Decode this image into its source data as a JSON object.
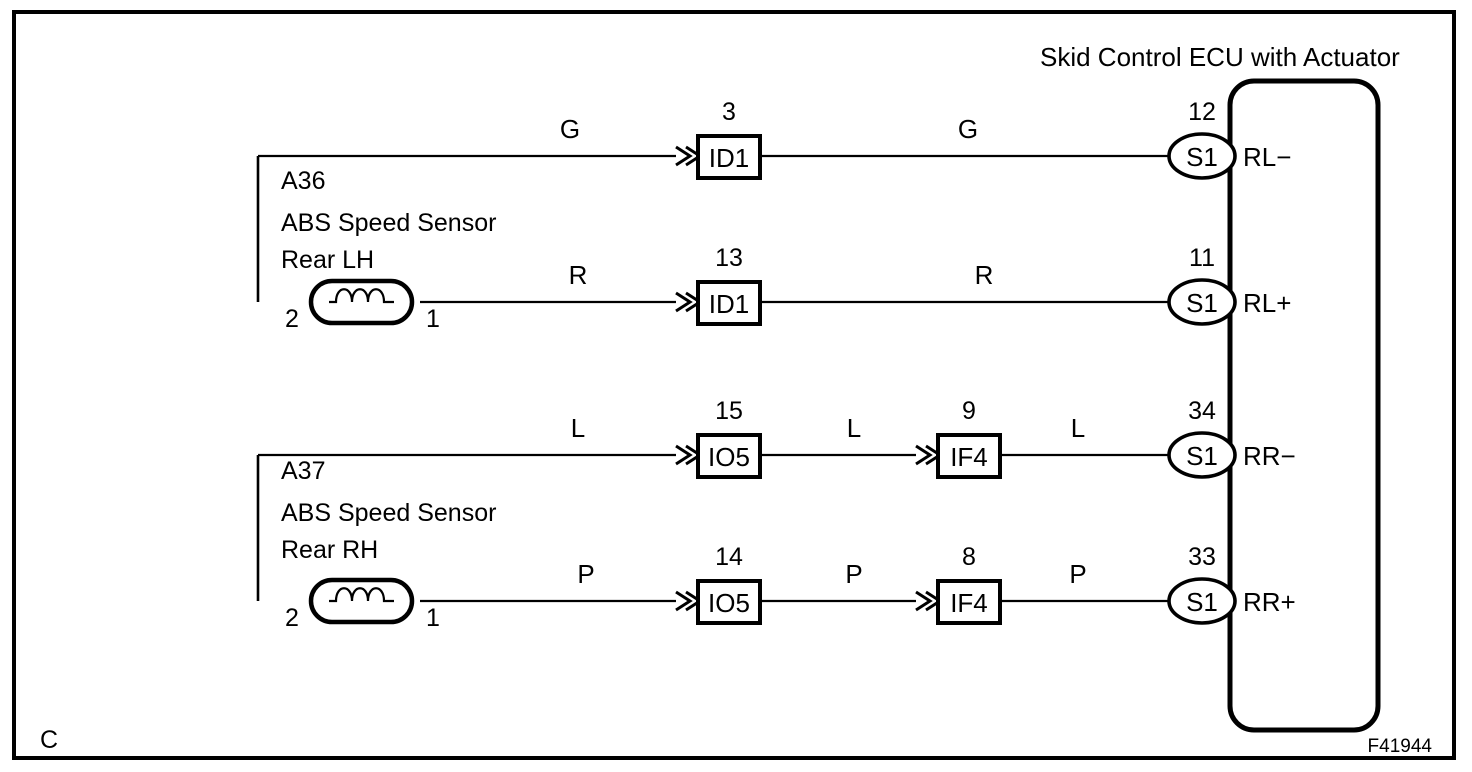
{
  "diagram": {
    "title": "Skid Control ECU with Actuator",
    "corner_label": "C",
    "figure_id": "F41944",
    "sensors": [
      {
        "id": "A36",
        "name": "ABS Speed Sensor",
        "position": "Rear LH",
        "terminal_left": "2",
        "terminal_right": "1"
      },
      {
        "id": "A37",
        "name": "ABS Speed Sensor",
        "position": "Rear RH",
        "terminal_left": "2",
        "terminal_right": "1"
      }
    ],
    "circuits": [
      {
        "wire_color_in": "G",
        "connectors": [
          {
            "pin": "3",
            "name": "ID1"
          }
        ],
        "wire_color_out": "G",
        "ecu_pin": "12",
        "ecu_connector": "S1",
        "ecu_terminal": "RL−"
      },
      {
        "wire_color_in": "R",
        "connectors": [
          {
            "pin": "13",
            "name": "ID1"
          }
        ],
        "wire_color_out": "R",
        "ecu_pin": "11",
        "ecu_connector": "S1",
        "ecu_terminal": "RL+"
      },
      {
        "wire_color_in": "L",
        "connectors": [
          {
            "pin": "15",
            "name": "IO5"
          },
          {
            "pin": "9",
            "name": "IF4"
          }
        ],
        "wire_color_mid": "L",
        "wire_color_out": "L",
        "ecu_pin": "34",
        "ecu_connector": "S1",
        "ecu_terminal": "RR−"
      },
      {
        "wire_color_in": "P",
        "connectors": [
          {
            "pin": "14",
            "name": "IO5"
          },
          {
            "pin": "8",
            "name": "IF4"
          }
        ],
        "wire_color_mid": "P",
        "wire_color_out": "P",
        "ecu_pin": "33",
        "ecu_connector": "S1",
        "ecu_terminal": "RR+"
      }
    ]
  }
}
